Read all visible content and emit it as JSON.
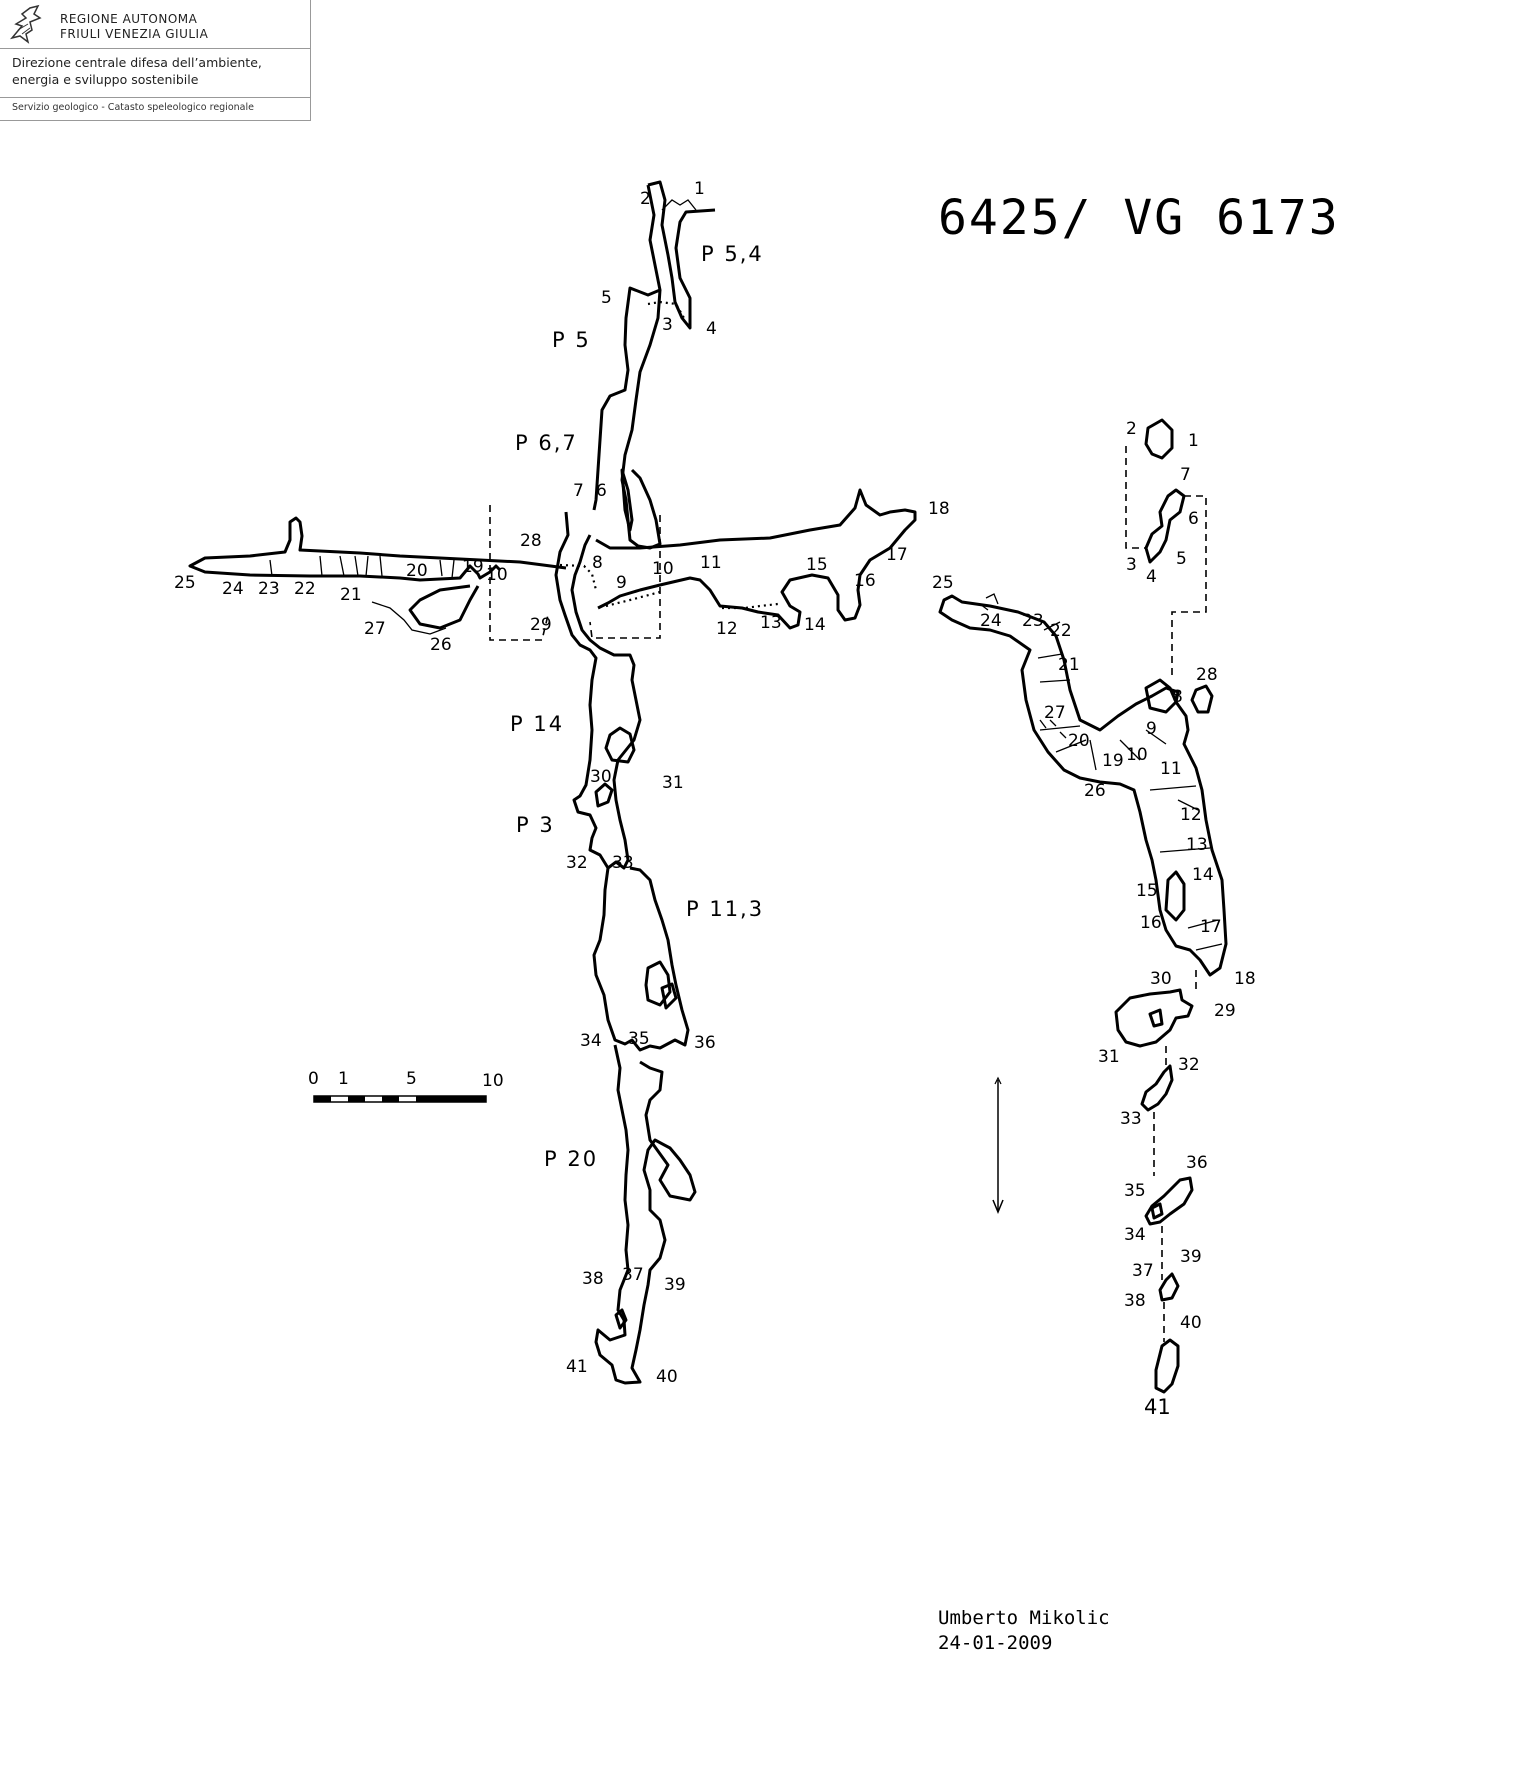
{
  "header": {
    "org_line1": "REGIONE AUTONOMA",
    "org_line2": "FRIULI VENEZIA GIULIA",
    "dept_line1": "Direzione centrale difesa dell’ambiente,",
    "dept_line2": "energia e sviluppo sostenibile",
    "service": "Servizio geologico - Catasto speleologico regionale"
  },
  "title": "6425/ VG 6173",
  "author": {
    "name": "Umberto Mikolic",
    "date": "24-01-2009"
  },
  "scale_bar": {
    "labels": [
      "0",
      "1",
      "5",
      "10"
    ]
  },
  "section": {
    "pitches": [
      "P 5,4",
      "P 5",
      "P 6,7",
      "P 14",
      "P 3",
      "P 11,3",
      "P 20"
    ],
    "stations": [
      "1",
      "2",
      "3",
      "4",
      "5",
      "6",
      "7",
      "8",
      "9",
      "10",
      "10",
      "11",
      "12",
      "13",
      "14",
      "15",
      "16",
      "17",
      "18",
      "19",
      "20",
      "21",
      "22",
      "23",
      "24",
      "25",
      "26",
      "27",
      "28",
      "29",
      "30",
      "31",
      "32",
      "33",
      "34",
      "35",
      "36",
      "37",
      "38",
      "39",
      "40",
      "41"
    ]
  },
  "plan": {
    "stations": [
      "1",
      "2",
      "3",
      "4",
      "5",
      "6",
      "7",
      "8",
      "9",
      "10",
      "11",
      "12",
      "13",
      "14",
      "15",
      "16",
      "17",
      "18",
      "19",
      "20",
      "21",
      "22",
      "23",
      "24",
      "25",
      "26",
      "27",
      "28",
      "29",
      "30",
      "31",
      "32",
      "33",
      "34",
      "35",
      "36",
      "37",
      "38",
      "39",
      "40",
      "41"
    ]
  }
}
